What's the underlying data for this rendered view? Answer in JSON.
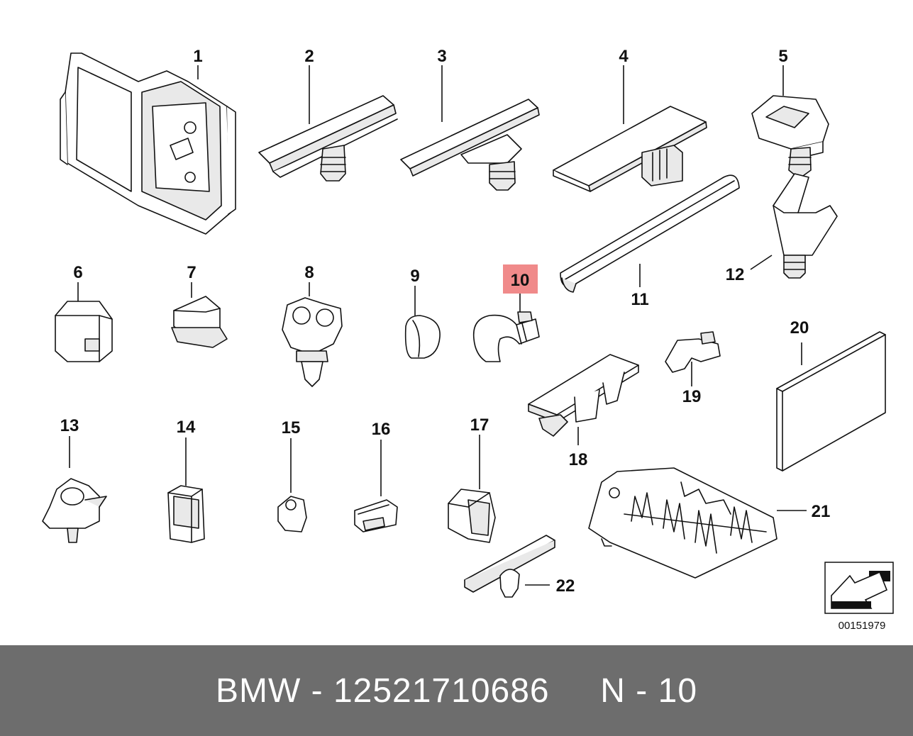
{
  "diagram": {
    "reference_number": "00151979",
    "highlight_color": "#f08a8a",
    "highlighted_part": "10",
    "parts": [
      {
        "id": "p1",
        "number": "1"
      },
      {
        "id": "p2",
        "number": "2"
      },
      {
        "id": "p3",
        "number": "3"
      },
      {
        "id": "p4",
        "number": "4"
      },
      {
        "id": "p5",
        "number": "5"
      },
      {
        "id": "p6",
        "number": "6"
      },
      {
        "id": "p7",
        "number": "7"
      },
      {
        "id": "p8",
        "number": "8"
      },
      {
        "id": "p9",
        "number": "9"
      },
      {
        "id": "p10",
        "number": "10"
      },
      {
        "id": "p11",
        "number": "11"
      },
      {
        "id": "p12",
        "number": "12"
      },
      {
        "id": "p13",
        "number": "13"
      },
      {
        "id": "p14",
        "number": "14"
      },
      {
        "id": "p15",
        "number": "15"
      },
      {
        "id": "p16",
        "number": "16"
      },
      {
        "id": "p17",
        "number": "17"
      },
      {
        "id": "p18",
        "number": "18"
      },
      {
        "id": "p19",
        "number": "19"
      },
      {
        "id": "p20",
        "number": "20"
      },
      {
        "id": "p21",
        "number": "21"
      },
      {
        "id": "p22",
        "number": "22"
      }
    ]
  },
  "footer": {
    "brand": "BMW",
    "part_number": "12521710686",
    "position": "N - 10",
    "background": "#6d6d6d"
  }
}
